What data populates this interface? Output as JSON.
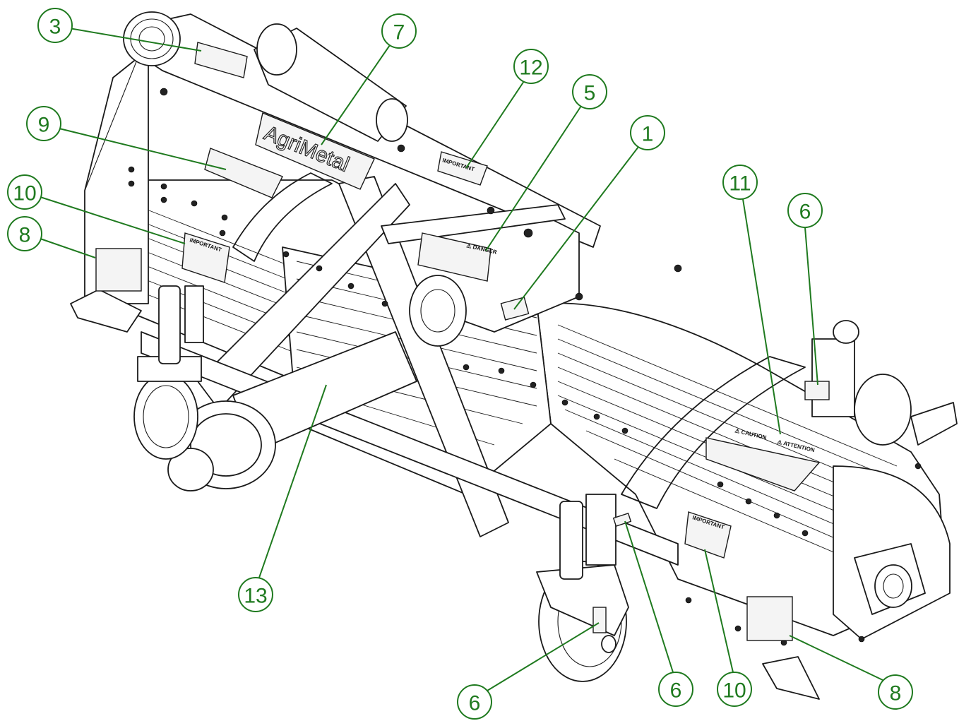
{
  "brand_label": "AgriMetal",
  "decals": {
    "important": "IMPORTANT",
    "danger": "⚠ DANGER",
    "caution": "⚠ CAUTION",
    "attention": "⚠ ATTENTION"
  },
  "callouts": [
    {
      "id": "c1",
      "label": "1"
    },
    {
      "id": "c3",
      "label": "3"
    },
    {
      "id": "c5",
      "label": "5"
    },
    {
      "id": "c6a",
      "label": "6"
    },
    {
      "id": "c6b",
      "label": "6"
    },
    {
      "id": "c6c",
      "label": "6"
    },
    {
      "id": "c7",
      "label": "7"
    },
    {
      "id": "c8a",
      "label": "8"
    },
    {
      "id": "c8b",
      "label": "8"
    },
    {
      "id": "c9",
      "label": "9"
    },
    {
      "id": "c10a",
      "label": "10"
    },
    {
      "id": "c10b",
      "label": "10"
    },
    {
      "id": "c11",
      "label": "11"
    },
    {
      "id": "c12",
      "label": "12"
    },
    {
      "id": "c13",
      "label": "13"
    }
  ],
  "colors": {
    "callout": "#1f7a1f",
    "linework": "#1a1a1a"
  }
}
